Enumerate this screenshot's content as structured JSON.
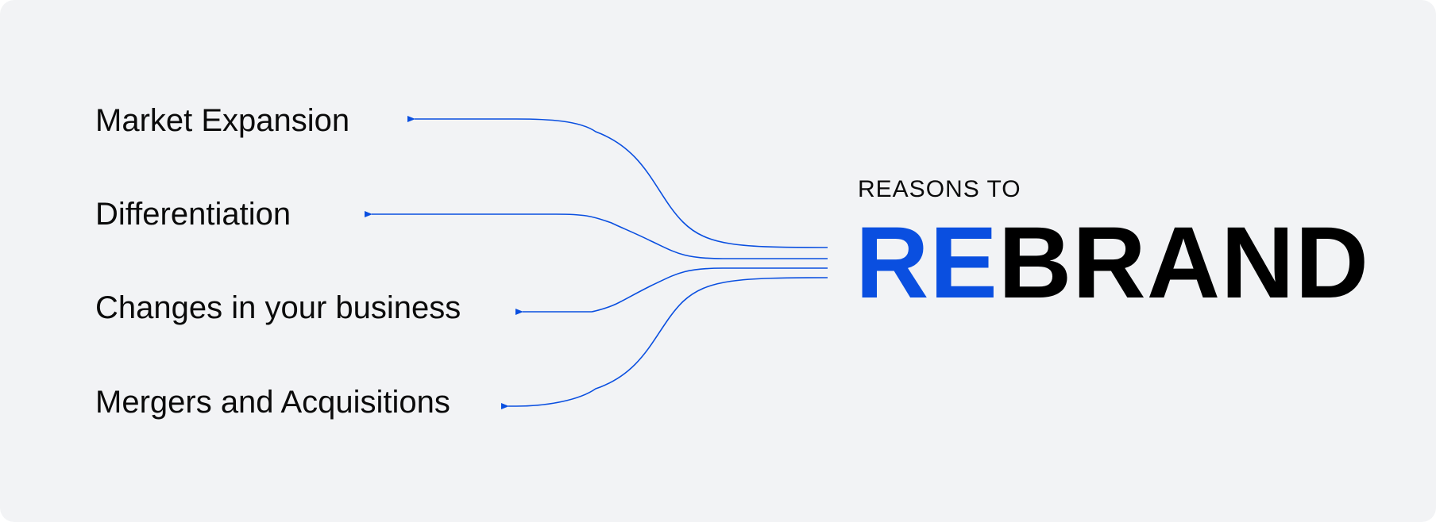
{
  "diagram": {
    "reasons": [
      {
        "label": "Market Expansion"
      },
      {
        "label": "Differentiation"
      },
      {
        "label": "Changes in your business"
      },
      {
        "label": "Mergers and Acquisitions"
      }
    ],
    "eyebrow": "REASONS TO",
    "headline": {
      "highlight": "RE",
      "rest": "BRAND"
    }
  },
  "colors": {
    "accent": "#0a4fe0",
    "connector": "#0a4fe0",
    "text": "#0b0b0b",
    "background": "#f2f3f5"
  }
}
